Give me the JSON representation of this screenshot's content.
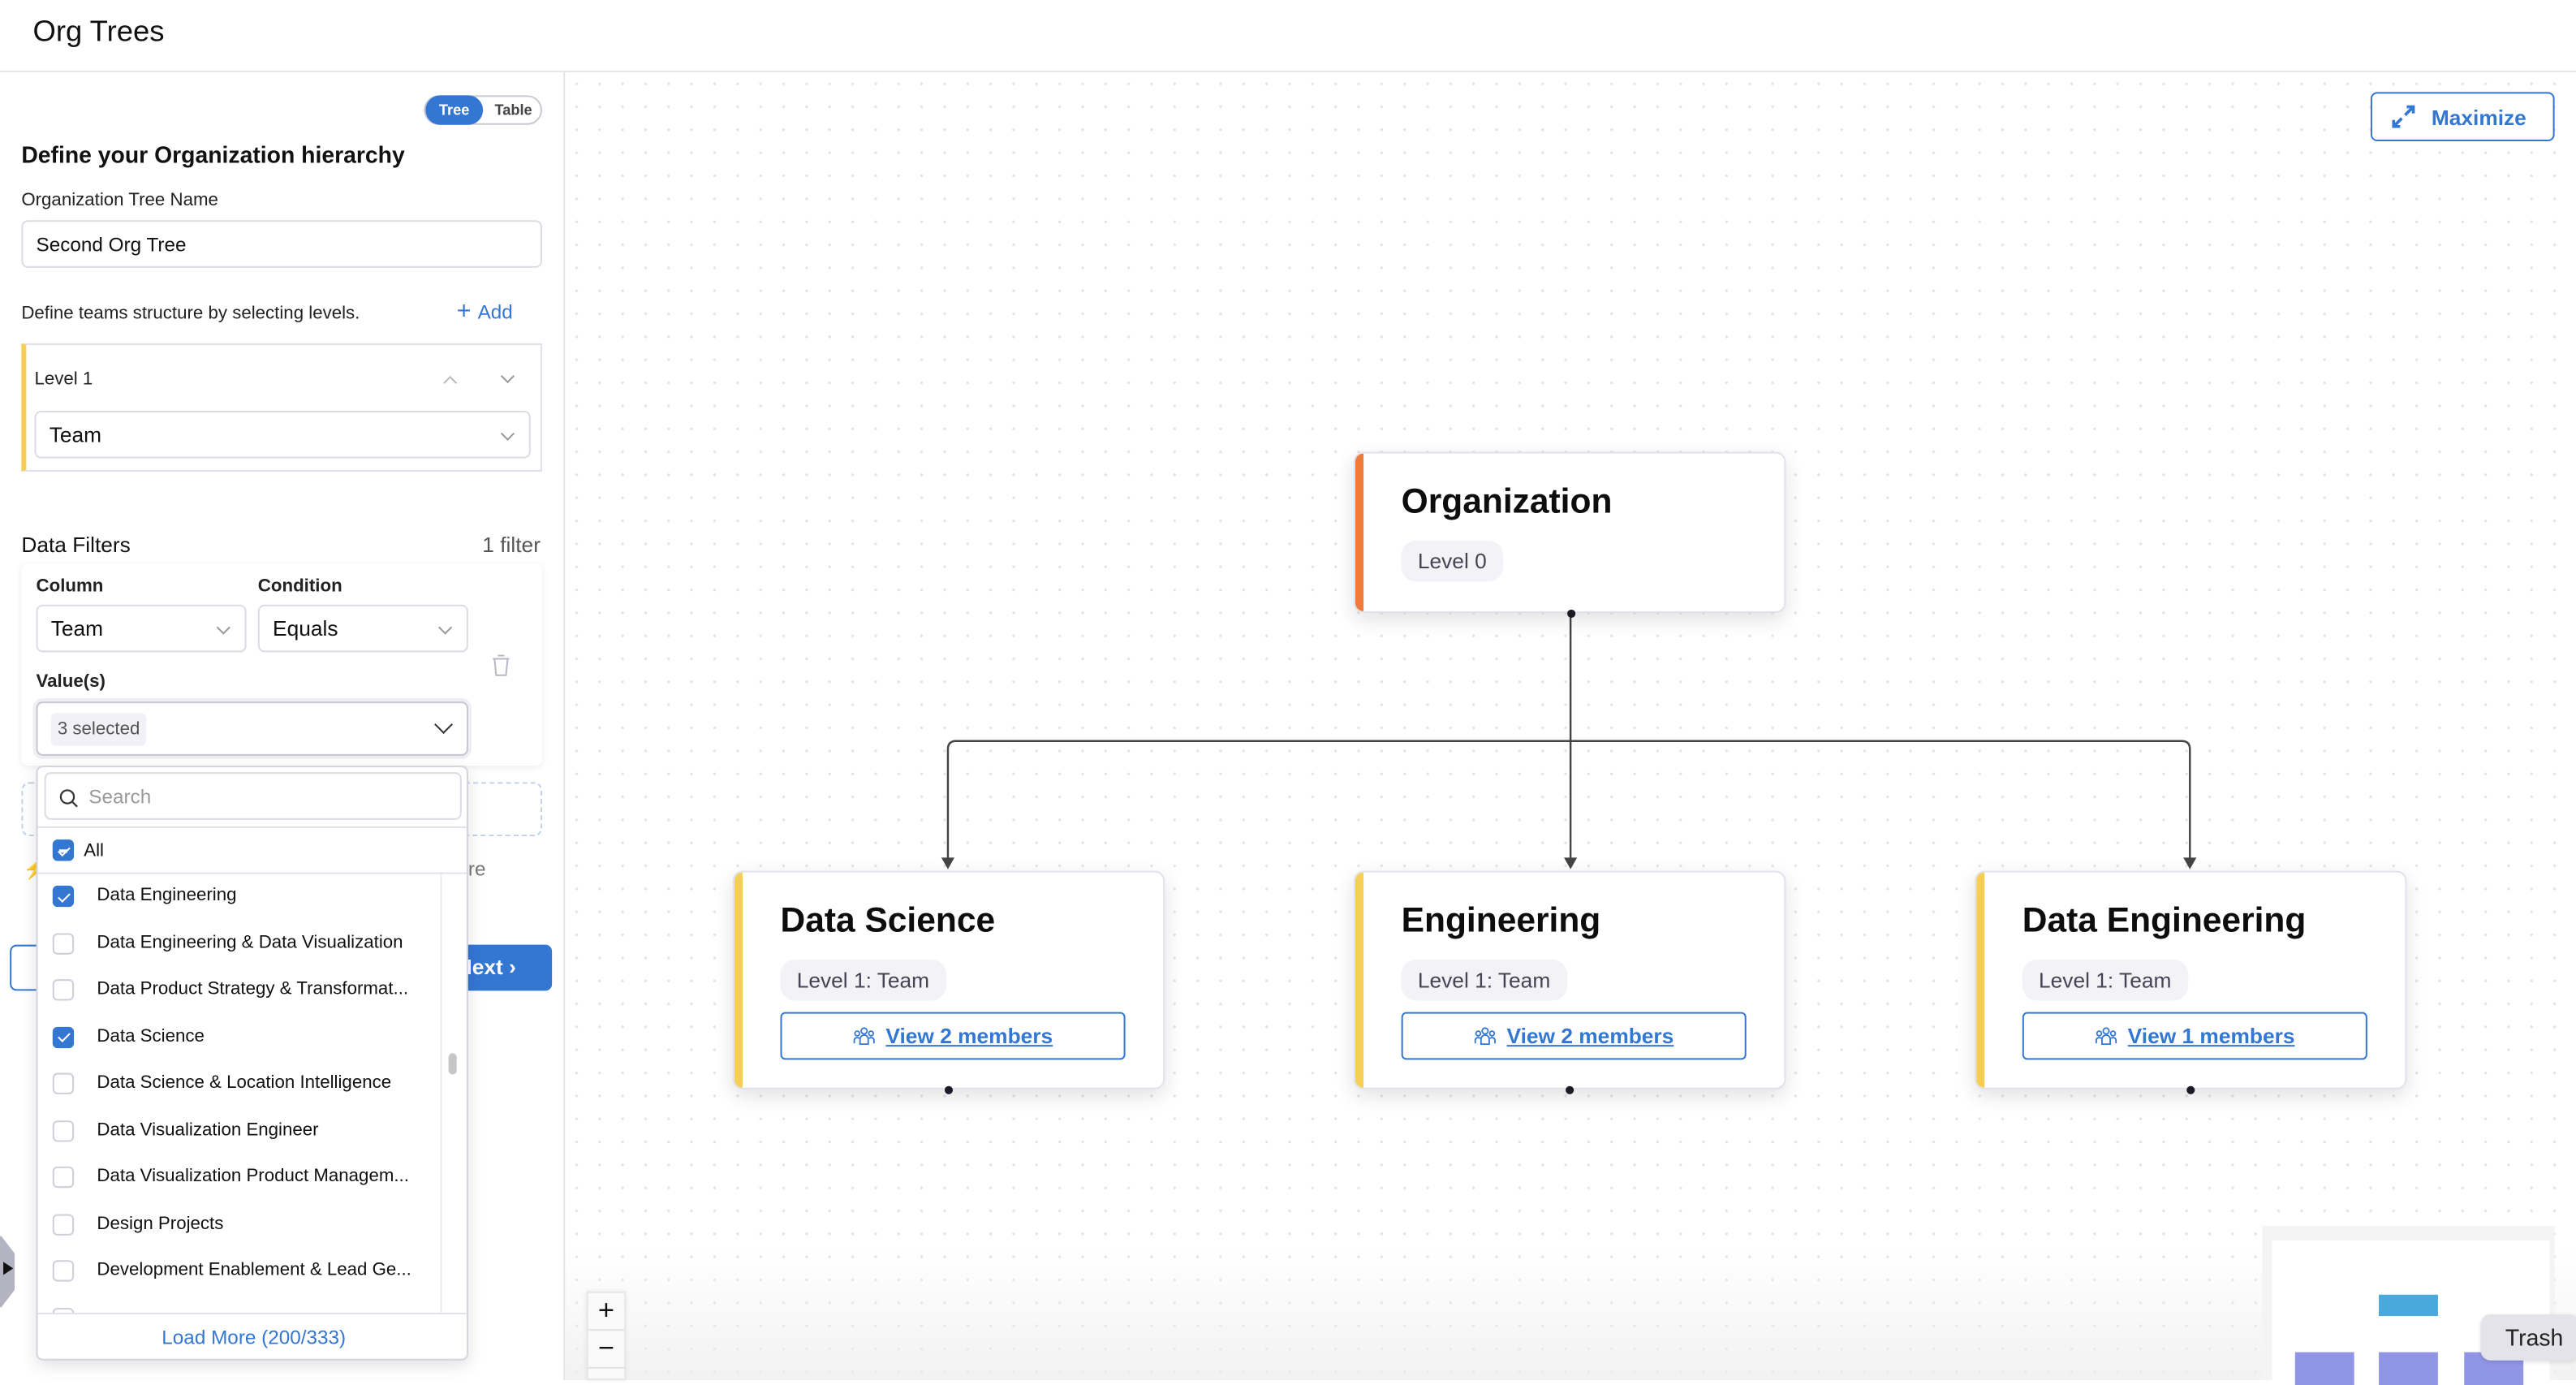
{
  "header": {
    "title": "Org Trees"
  },
  "sidebar": {
    "view_toggle": {
      "options": [
        "Tree",
        "Table"
      ],
      "selected": "Tree"
    },
    "heading": "Define your Organization hierarchy",
    "tree_name_label": "Organization Tree Name",
    "tree_name_value": "Second Org Tree",
    "levels_hint": "Define teams structure by selecting levels.",
    "add_label": "Add",
    "levels": [
      {
        "label": "Level 1",
        "value": "Team"
      }
    ],
    "filters": {
      "title": "Data Filters",
      "count": "1 filter",
      "column_label": "Column",
      "column_value": "Team",
      "condition_label": "Condition",
      "condition_value": "Equals",
      "values_label": "Value(s)",
      "values_chip": "3 selected",
      "hidden_fragment": "re"
    },
    "next_label": "Next",
    "dropdown": {
      "search_placeholder": "Search",
      "all_label": "All",
      "items": [
        {
          "label": "Data Engineering",
          "checked": true
        },
        {
          "label": "Data Engineering & Data Visualization",
          "checked": false
        },
        {
          "label": "Data Product Strategy & Transformat...",
          "checked": false
        },
        {
          "label": "Data Science",
          "checked": true
        },
        {
          "label": "Data Science & Location Intelligence",
          "checked": false
        },
        {
          "label": "Data Visualization Engineer",
          "checked": false
        },
        {
          "label": "Data Visualization Product Managem...",
          "checked": false
        },
        {
          "label": "Design Projects",
          "checked": false
        },
        {
          "label": "Development Enablement & Lead Ge...",
          "checked": false
        }
      ],
      "load_more": "Load More (200/333)"
    }
  },
  "canvas": {
    "maximize_label": "Maximize",
    "root": {
      "name": "Organization",
      "level": "Level 0",
      "color": "#f07a3a"
    },
    "children": [
      {
        "name": "Data Science",
        "level": "Level 1: Team",
        "members": "View 2 members",
        "color": "#f5cf55"
      },
      {
        "name": "Engineering",
        "level": "Level 1: Team",
        "members": "View 2 members",
        "color": "#f5cf55"
      },
      {
        "name": "Data Engineering",
        "level": "Level 1: Team",
        "members": "View 1 members",
        "color": "#f5cf55"
      }
    ],
    "zoom_in": "+",
    "zoom_out": "−",
    "tooltip": "Trash"
  },
  "colors": {
    "accent": "#3477d3",
    "level_bar": "#f5cf55",
    "root_bar": "#f07a3a"
  }
}
